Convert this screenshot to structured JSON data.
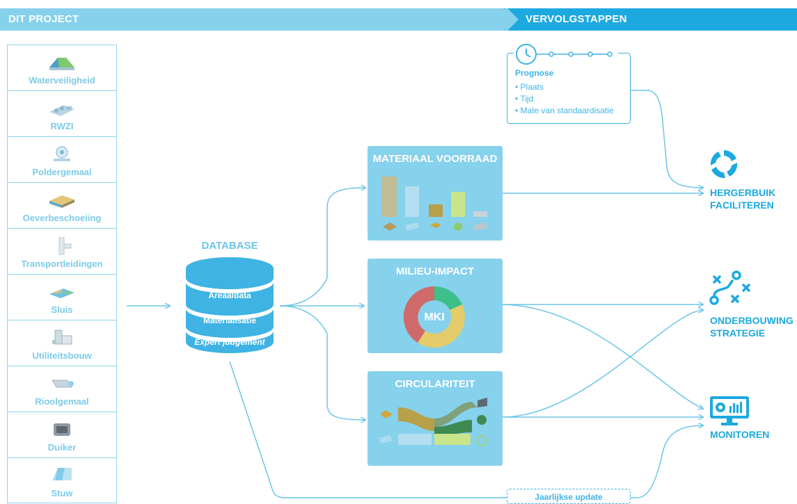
{
  "header": {
    "left_title": "DIT PROJECT",
    "right_title": "VERVOLGSTAPPEN"
  },
  "assets": [
    {
      "label": "Waterveiligheid",
      "icon": "dike-icon"
    },
    {
      "label": "RWZI",
      "icon": "treatment-plant-icon"
    },
    {
      "label": "Poldergemaal",
      "icon": "pump-icon"
    },
    {
      "label": "Oeverbeschoeiing",
      "icon": "bank-protection-icon"
    },
    {
      "label": "Transportleidingen",
      "icon": "pipes-icon"
    },
    {
      "label": "Sluis",
      "icon": "lock-icon"
    },
    {
      "label": "Utiliteitsbouw",
      "icon": "building-icon"
    },
    {
      "label": "Rioolgemaal",
      "icon": "sewer-pump-icon"
    },
    {
      "label": "Duiker",
      "icon": "culvert-icon"
    },
    {
      "label": "Stuw",
      "icon": "weir-icon"
    }
  ],
  "database": {
    "title": "DATABASE",
    "layers": [
      "Areaaldata",
      "Materialisatie",
      "Expert judgement"
    ]
  },
  "panels": {
    "material": {
      "title": "MATERIAAL VOORRAAD"
    },
    "impact": {
      "title": "MILIEU-IMPACT",
      "center_label": "MKI"
    },
    "circular": {
      "title": "CIRCULARITEIT"
    }
  },
  "prognose": {
    "title": "Prognose",
    "items": [
      "• Plaats",
      "• Tijd",
      "• Mate van standaardisatie"
    ]
  },
  "outputs": {
    "reuse": [
      "HERGERBUIK",
      "FACILITEREN"
    ],
    "strategy": [
      "ONDERBOUWING",
      "STRATEGIE"
    ],
    "monitor": [
      "MONITOREN"
    ]
  },
  "update_label": "Jaarlijkse update",
  "colors": {
    "light_blue": "#86d1ec",
    "mid_blue": "#3fb3e3",
    "dark_blue": "#1ca9df",
    "donut_red": "#cf6a6a",
    "donut_green": "#3dbf8a",
    "donut_yellow": "#e5cc6a"
  }
}
